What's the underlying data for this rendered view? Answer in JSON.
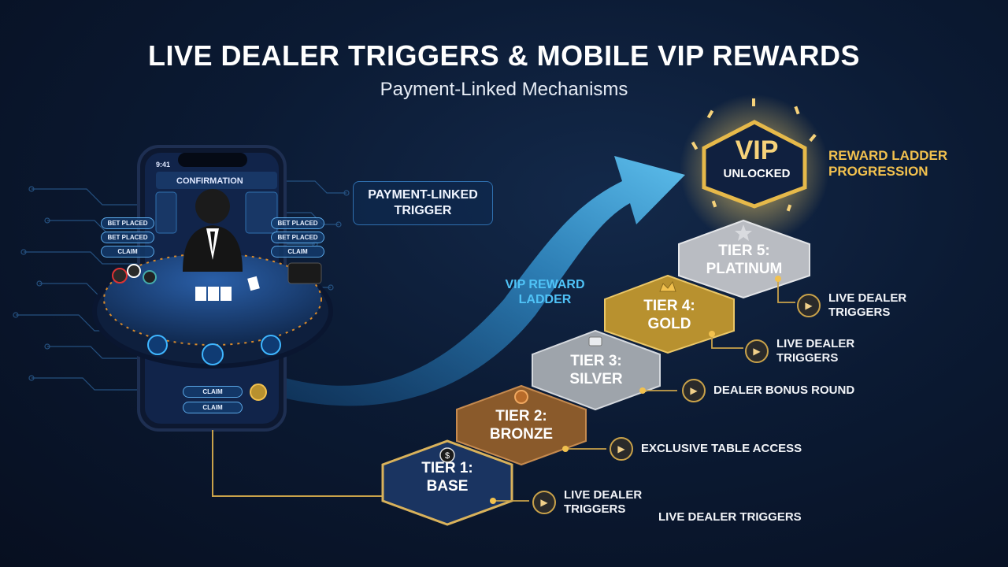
{
  "header": {
    "title": "LIVE DEALER TRIGGERS & MOBILE VIP REWARDS",
    "subtitle": "Payment-Linked Mechanisms"
  },
  "phone": {
    "status_time": "9:41",
    "screen_title": "CONFIRMATION",
    "left_pills": [
      "BET PLACED",
      "BET PLACED",
      "CLAIM"
    ],
    "right_pills": [
      "BET PLACED",
      "BET PLACED",
      "CLAIM"
    ],
    "bottom_buttons": [
      "CLAIM",
      "CLAIM"
    ]
  },
  "payment_trigger_label": "PAYMENT-LINKED\nTRIGGER",
  "vip_ladder_label": "VIP REWARD\nLADDER",
  "vip_badge": {
    "title": "VIP",
    "subtitle": "UNLOCKED",
    "side_label": "REWARD LADDER\nPROGRESSION"
  },
  "tiers": [
    {
      "label": "TIER 1:\nBASE",
      "trigger": "LIVE DEALER\nTRIGGERS",
      "icon": "dollar-icon",
      "color": "#1a3461"
    },
    {
      "label": "TIER 2:\nBRONZE",
      "trigger": "EXCLUSIVE TABLE ACCESS",
      "icon": "chip-icon",
      "color": "#8a5a2b"
    },
    {
      "label": "TIER 3:\nSILVER",
      "trigger": "DEALER BONUS ROUND",
      "icon": "card-icon",
      "color": "#9ea4ab"
    },
    {
      "label": "TIER 4:\nGOLD",
      "trigger": "LIVE DEALER\nTRIGGERS",
      "icon": "crown-icon",
      "color": "#b8912f"
    },
    {
      "label": "TIER 5:\nPLATINUM",
      "trigger": "LIVE DEALER\nTRIGGERS",
      "icon": "star-icon",
      "color": "#b9bcc2"
    }
  ],
  "extra_trigger": "LIVE DEALER TRIGGERS",
  "colors": {
    "background": "#0b1a33",
    "accent_blue": "#4fc3f7",
    "gold": "#f2c14e",
    "connector": "#c9a24a"
  }
}
